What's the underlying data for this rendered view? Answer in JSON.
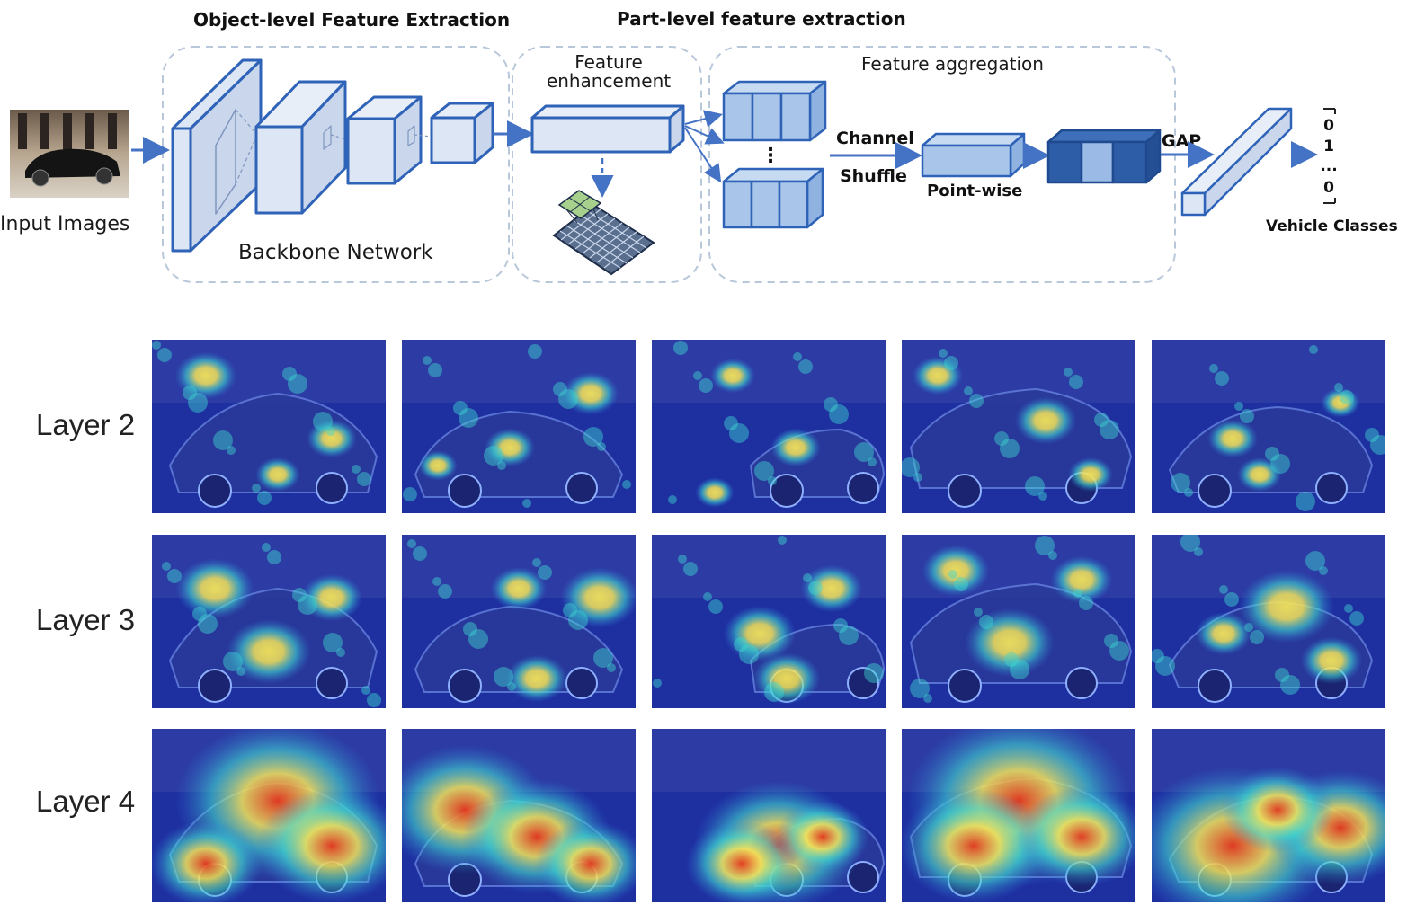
{
  "diagram": {
    "input_label": "Input Images",
    "section_titles": {
      "object_level": "Object-level Feature Extraction",
      "part_level": "Part-level feature extraction"
    },
    "backbone_label": "Backbone Network",
    "feature_enhancement": {
      "line1": "Feature",
      "line2": "enhancement"
    },
    "feature_aggregation": "Feature aggregation",
    "channel_shuffle": {
      "line1": "Channel",
      "line2": "Shuffle"
    },
    "point_wise": "Point-wise",
    "gap": "GAP",
    "vehicle_classes": "Vehicle Classes",
    "class_vector": [
      "0",
      "1",
      "...",
      "0"
    ],
    "ellipsis": "⋮",
    "colors": {
      "box_fill": "#dde6f5",
      "box_stroke": "#2f63b8",
      "arrow": "#4472c4",
      "cube_light": "#a9c6ea",
      "cube_dark": "#2e5da8",
      "dashed": "#b9c7db"
    }
  },
  "heatmaps": {
    "rows": [
      {
        "label": "Layer 2"
      },
      {
        "label": "Layer 3"
      },
      {
        "label": "Layer 4"
      }
    ],
    "columns": 5,
    "colors": {
      "cold": "#1e2fa0",
      "cool": "#2f7fd6",
      "mid": "#3fd6d0",
      "warm": "#f3e35a",
      "hot": "#e83a1c"
    }
  }
}
